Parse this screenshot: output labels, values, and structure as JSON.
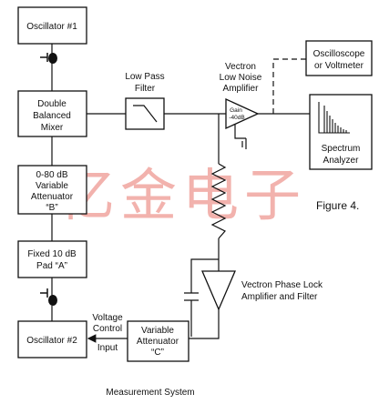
{
  "blocks": {
    "osc1": "Oscillator #1",
    "mixer": [
      "Double",
      "Balanced",
      "Mixer"
    ],
    "atten_b": [
      "0-80 dB",
      "Variable",
      "Attenuator",
      "“B”"
    ],
    "pad_a": [
      "Fixed 10 dB",
      "Pad “A”"
    ],
    "osc2": "Oscillator #2",
    "atten_c": [
      "Variable",
      "Attenuator",
      "“C”"
    ],
    "oscilloscope": [
      "Oscilloscope",
      "or Voltmeter"
    ],
    "spectrum": [
      "Spectrum",
      "Analyzer"
    ]
  },
  "labels": {
    "lowpass": [
      "Low Pass",
      "Filter"
    ],
    "lna": [
      "Vectron",
      "Low Noise",
      "Amplifier"
    ],
    "gain": [
      "Gain",
      "-40dB"
    ],
    "pll": [
      "Vectron Phase Lock",
      "Amplifier and Filter"
    ],
    "voltage_control": [
      "Voltage",
      "Control"
    ],
    "input": "Input",
    "figure": "Figure 4.",
    "caption": "Measurement System"
  },
  "watermark": "亿金电子",
  "colors": {
    "line": "#111111",
    "watermark": "#e8736a"
  }
}
